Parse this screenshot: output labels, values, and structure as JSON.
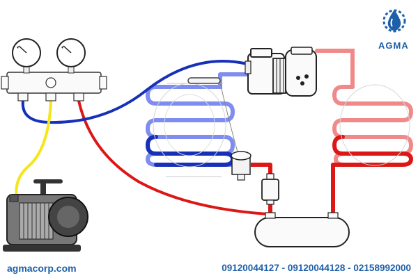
{
  "brand": {
    "name": "AGMA",
    "website": "agmacorp.com"
  },
  "contact": {
    "phones": "09120044127 - 09120044128 - 02158992000"
  },
  "colors": {
    "suction_line": "#1730b8",
    "high_pressure_line": "#dd1616",
    "discharge_line": "#f08a8a",
    "evaporator": "#7f8cf0",
    "charging_hose": "#f4e619",
    "brand_blue": "#1d5fa8"
  },
  "icons": {
    "logo": "water-drop-gear-icon",
    "gauge_low": "pressure-gauge-icon",
    "gauge_high": "pressure-gauge-icon"
  }
}
